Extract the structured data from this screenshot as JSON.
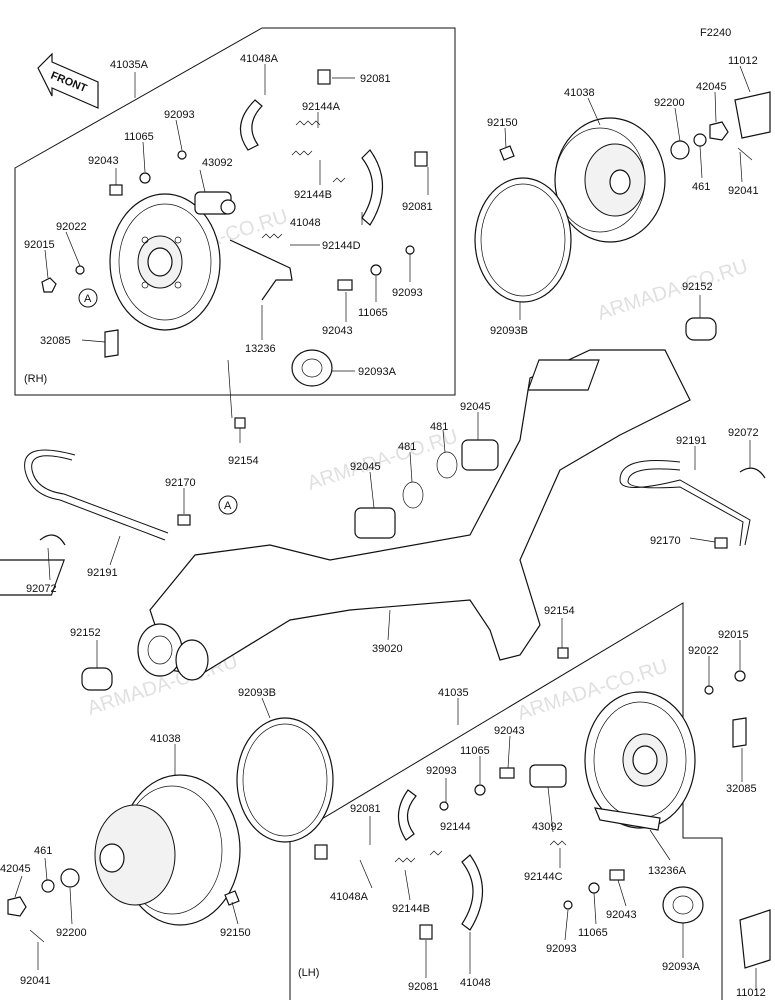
{
  "figure_code": "F2240",
  "front_label": "FRONT",
  "side_rh": "(RH)",
  "side_lh": "(LH)",
  "watermark": "ARMADA-CO.RU",
  "callout_a": "A",
  "labels": {
    "p41035A": "41035A",
    "p41048A_top": "41048A",
    "p92081_top1": "92081",
    "p92144A": "92144A",
    "p92093_top1": "92093",
    "p11065_top1": "11065",
    "p92043_top1": "92043",
    "p43092_top": "43092",
    "p92022_top": "92022",
    "p92015_top": "92015",
    "p92144B_top": "92144B",
    "p41048_top": "41048",
    "p92081_top2": "92081",
    "p92144D": "92144D",
    "p92093_top2": "92093",
    "p11065_top2": "11065",
    "p92043_top2": "92043",
    "p32085_top": "32085",
    "p13236": "13236",
    "p92093A_top": "92093A",
    "p41038_top": "41038",
    "p11012_top": "11012",
    "p42045_top": "42045",
    "p92200_top": "92200",
    "p92150_top": "92150",
    "p461_top": "461",
    "p92041_top": "92041",
    "p92093B_top": "92093B",
    "p92152_top": "92152",
    "p92154_top": "92154",
    "p92045_right": "92045",
    "p481_right": "481",
    "p481_left": "481",
    "p92045_left": "92045",
    "p92191_right": "92191",
    "p92072_right": "92072",
    "p92170_left": "92170",
    "p92191_left": "92191",
    "p92072_left": "92072",
    "p92170_right": "92170",
    "p92152_left": "92152",
    "p39020": "39020",
    "p92154_right": "92154",
    "p92015_bot": "92015",
    "p92022_bot": "92022",
    "p92093B_bot": "92093B",
    "p41035": "41035",
    "p41038_bot": "41038",
    "p92043_bot1": "92043",
    "p11065_bot1": "11065",
    "p92093_bot1": "92093",
    "p32085_bot": "32085",
    "p92081_bot1": "92081",
    "p92144": "92144",
    "p43092_bot": "43092",
    "p461_bot": "461",
    "p42045_bot": "42045",
    "p92144C": "92144C",
    "p13236A": "13236A",
    "p41048A_bot": "41048A",
    "p92144B_bot": "92144B",
    "p92043_bot2": "92043",
    "p92200_bot": "92200",
    "p11065_bot2": "11065",
    "p92150_bot": "92150",
    "p92093_bot2": "92093",
    "p92093A_bot": "92093A",
    "p92041_bot": "92041",
    "p92081_bot2": "92081",
    "p41048_bot": "41048",
    "p11012_bot": "11012"
  }
}
